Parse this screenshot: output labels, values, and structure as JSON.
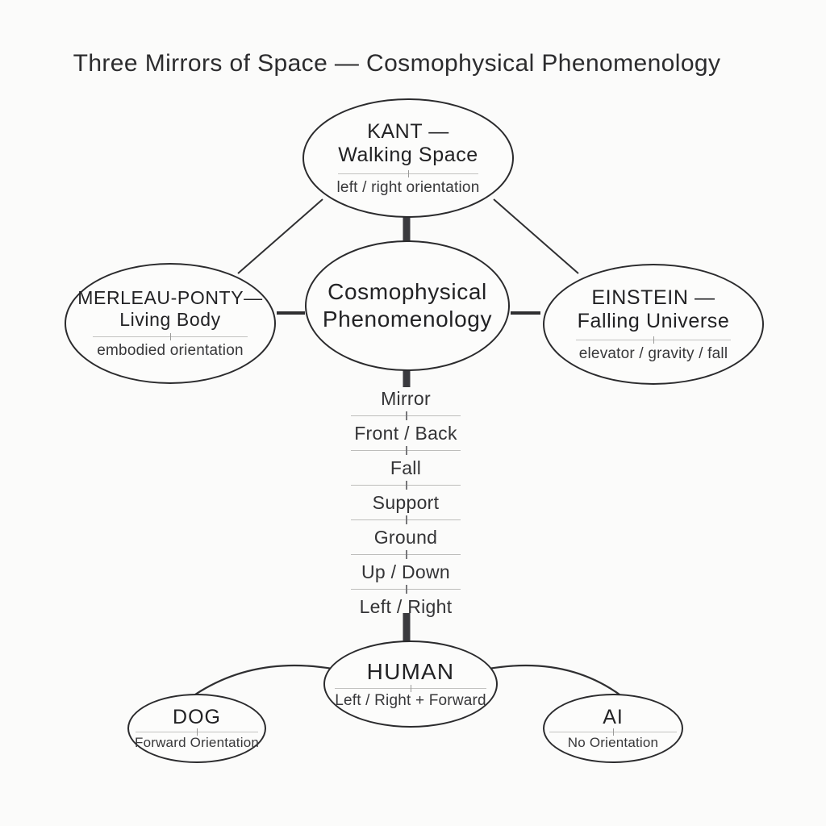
{
  "title": "Three Mirrors of Space — Cosmophysical Phenomenology",
  "nodes": {
    "kant": {
      "line1": "KANT —",
      "line2": "Walking Space",
      "subtitle": "left / right orientation"
    },
    "center": {
      "line1": "Cosmophysical",
      "line2": "Phenomenology"
    },
    "merleau": {
      "line1": "MERLEAU-PONTY—",
      "line2": "Living Body",
      "subtitle": "embodied orientation"
    },
    "einstein": {
      "line1": "EINSTEIN —",
      "line2": "Falling Universe",
      "subtitle": "elevator / gravity / fall"
    },
    "human": {
      "line1": "HUMAN",
      "subtitle": "Left / Right + Forward"
    },
    "dog": {
      "line1": "DOG",
      "subtitle": "Forward Orientation"
    },
    "ai": {
      "line1": "AI",
      "subtitle": "No Orientation"
    }
  },
  "ladder": {
    "items": [
      "Mirror",
      "Front / Back",
      "Fall",
      "Support",
      "Ground",
      "Up / Down",
      "Left / Right"
    ]
  },
  "colors": {
    "background": "#fbfbfa",
    "stroke": "#2b2b2d",
    "thick_bar": "#3a3a3e",
    "divider": "#bdbdbb",
    "text": "#262628"
  }
}
